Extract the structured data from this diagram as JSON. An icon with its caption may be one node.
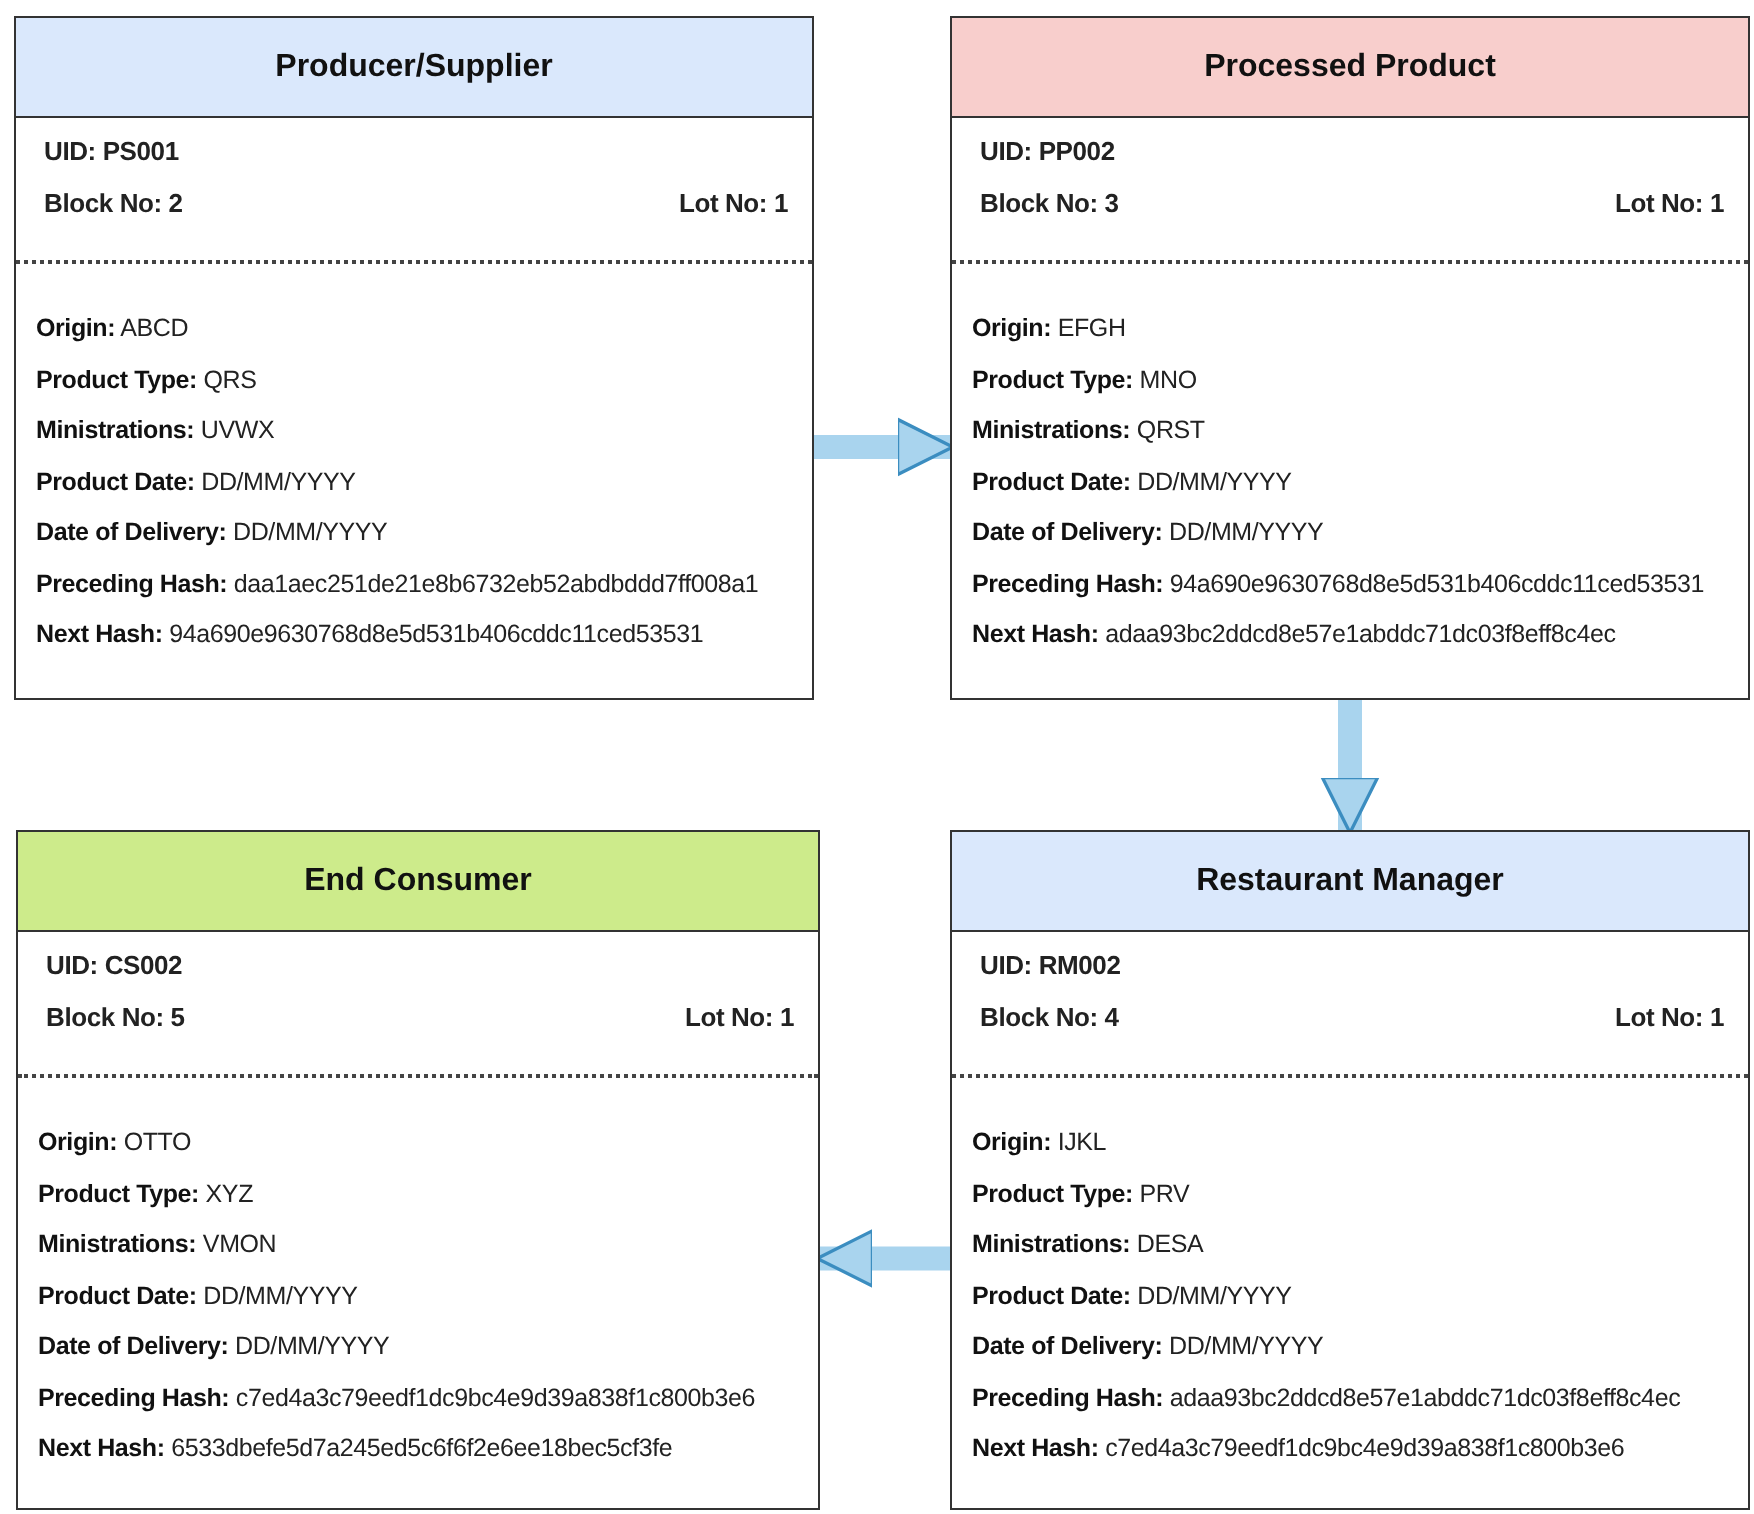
{
  "diagram": {
    "nodes": [
      {
        "text": [
          "Producer/Supplier",
          "UID: PS001",
          "Block No: 2",
          "Lot No: 1",
          "**Origin:** ABCD",
          "**Product Type:** QRS",
          "**Ministrations:** UVWX",
          "**Product Date:** DD/MM/YYYY",
          "**Date of Delivery:** DD/MM/YYYY",
          "**Preceding Hash:** daa1aec251de21e8b6732eb52abdbddd7ff008a1",
          "**Next Hash:** 94a690e9630768d8e5d531b406cddc11ced53531"
        ]
      },
      {
        "text": [
          "Processed Product",
          "UID: PP002",
          "Block No: 3",
          "Lot No: 1",
          "**Origin:** EFGH",
          "**Product Type:** MNO",
          "**Ministrations:** QRST",
          "**Product Date:** DD/MM/YYYY",
          "**Date of Delivery:** DD/MM/YYYY",
          "**Preceding Hash:** 94a690e9630768d8e5d531b406cddc11ced53531",
          "**Next Hash:** adaa93bc2ddcd8e57e1abddc71dc03f8eff8c4ec"
        ]
      },
      {
        "text": [
          "End Consumer",
          "UID: CS002",
          "Block No: 5",
          "Lot No: 1",
          "**Origin:** OTTO",
          "**Product Type:** XYZ",
          "**Ministrations:** VMON",
          "**Product Date:** DD/MM/YYYY",
          "**Date of Delivery:** DD/MM/YYYY",
          "**Preceding Hash:** c7ed4a3c79eedf1dc9bc4e9d39a838f1c800b3e6",
          "**Next Hash:** 6533dbefe5d7a245ed5c6f6f2e6ee18bec5cf3fe"
        ]
      },
      {
        "text": [
          "Restaurant Manager",
          "UID: RM002",
          "Block No: 4",
          "Lot No: 1",
          "**Origin:** IJKL",
          "**Product Type:** PRV",
          "**Ministrations:** DESA",
          "**Product Date:** DD/MM/YYYY",
          "**Date of Delivery:** DD/MM/YYYY",
          "**Preceding Hash:** adaa93bc2ddcd8e57e1abddc71dc03f8eff8c4ec",
          "**Next Hash:** c7ed4a3c79eedf1dc9bc4e9d39a838f1c800b3e6"
        ]
      }
    ],
    "edges": [
      {
        "from": 0,
        "to": 1,
        "arrow": "to"
      },
      {
        "from": 1,
        "to": 3,
        "arrow": "to"
      },
      {
        "from": 3,
        "to": 2,
        "arrow": "to"
      }
    ]
  }
}
